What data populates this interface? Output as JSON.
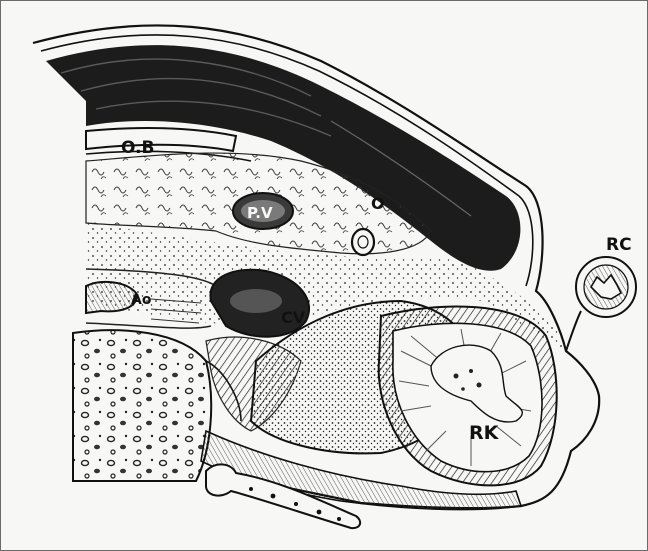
{
  "labels": {
    "ob": "O.B",
    "pv": "P.V",
    "o": "O",
    "ao": "Ao",
    "cv": "CV",
    "rc": "RC",
    "rk": "RK"
  },
  "colors": {
    "ink": "#111111",
    "paper": "#f7f7f5",
    "border": "#6a6a6a"
  }
}
